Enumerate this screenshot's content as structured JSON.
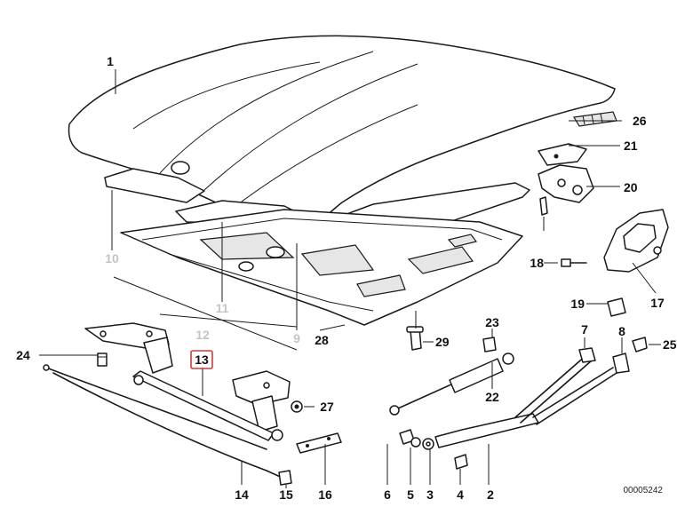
{
  "drawing_number": "00005242",
  "highlight_color": "#d23a3a",
  "callouts": [
    {
      "id": "1",
      "label": "1"
    },
    {
      "id": "2",
      "label": "2"
    },
    {
      "id": "3",
      "label": "3"
    },
    {
      "id": "4",
      "label": "4"
    },
    {
      "id": "5",
      "label": "5"
    },
    {
      "id": "6",
      "label": "6"
    },
    {
      "id": "7",
      "label": "7"
    },
    {
      "id": "8",
      "label": "8"
    },
    {
      "id": "9",
      "label": "9"
    },
    {
      "id": "10",
      "label": "10"
    },
    {
      "id": "11",
      "label": "11"
    },
    {
      "id": "12",
      "label": "12"
    },
    {
      "id": "13",
      "label": "13",
      "highlighted": true
    },
    {
      "id": "14",
      "label": "14"
    },
    {
      "id": "15",
      "label": "15"
    },
    {
      "id": "16",
      "label": "16"
    },
    {
      "id": "17",
      "label": "17"
    },
    {
      "id": "18",
      "label": "18"
    },
    {
      "id": "19",
      "label": "19"
    },
    {
      "id": "20",
      "label": "20"
    },
    {
      "id": "21",
      "label": "21"
    },
    {
      "id": "22",
      "label": "22"
    },
    {
      "id": "23",
      "label": "23"
    },
    {
      "id": "24",
      "label": "24"
    },
    {
      "id": "25",
      "label": "25"
    },
    {
      "id": "26",
      "label": "26"
    },
    {
      "id": "27",
      "label": "27"
    },
    {
      "id": "28",
      "label": "28"
    },
    {
      "id": "29",
      "label": "29"
    }
  ]
}
